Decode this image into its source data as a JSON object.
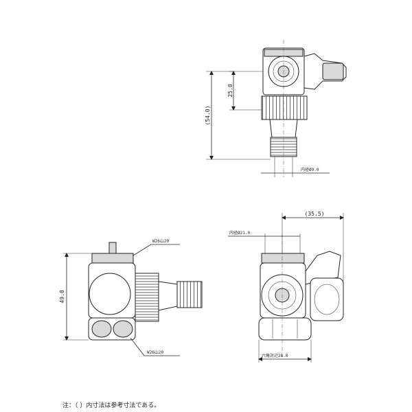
{
  "top_view": {
    "dim_25": "25.0",
    "dim_54": "(54.0)",
    "label_bore": "内径Ø9.0"
  },
  "left_view": {
    "dim_49": "49.0",
    "label_thread_top": "W26山20",
    "label_thread_bottom": "W26山20"
  },
  "right_view": {
    "dim_35": "(35.5)",
    "label_bore": "内径Ø21.0",
    "label_hex": "六角対辺28.0"
  },
  "note": "注：（ ）内寸法は参考寸法である。"
}
